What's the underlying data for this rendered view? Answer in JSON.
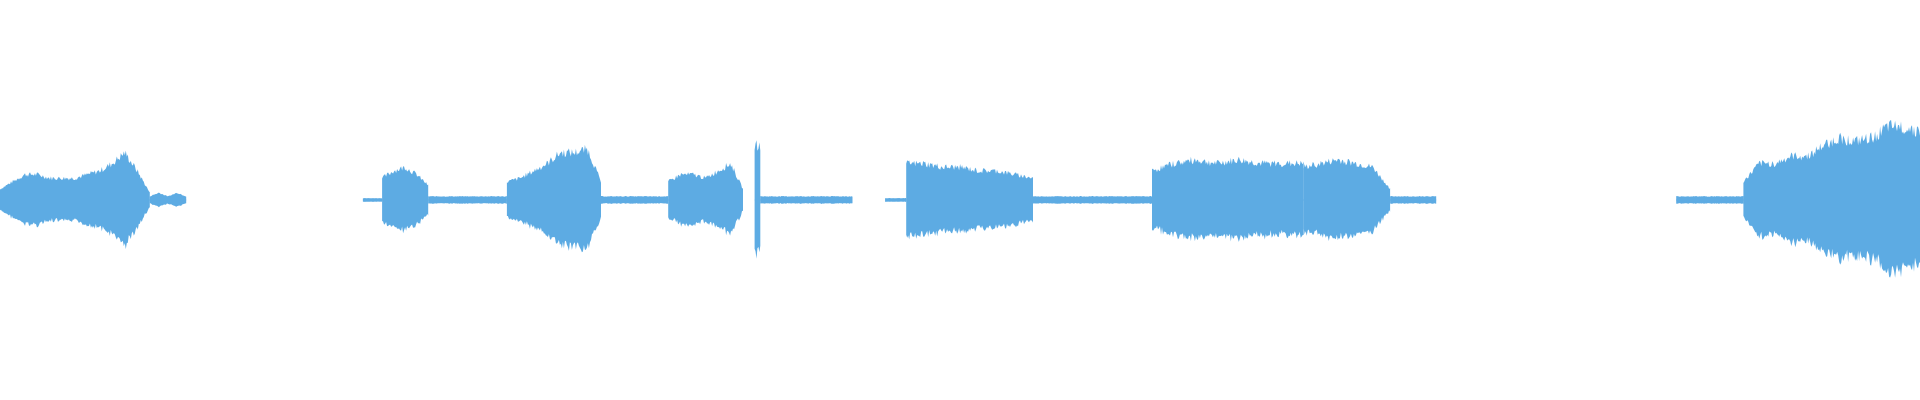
{
  "waveform": {
    "color": "#5dabe3",
    "background": "#ffffff",
    "duration_fraction_total": 1.0,
    "center_level": 0.5,
    "segments": [
      {
        "start": 0.0,
        "end": 0.078,
        "amplitude_envelope": [
          0.03,
          0.05,
          0.07,
          0.07,
          0.06,
          0.06,
          0.06,
          0.07,
          0.08,
          0.1,
          0.13,
          0.08,
          0.02
        ]
      },
      {
        "start": 0.078,
        "end": 0.097,
        "amplitude_envelope": [
          0.01,
          0.02,
          0.01,
          0.02,
          0.01
        ]
      },
      {
        "start": 0.189,
        "end": 0.199,
        "amplitude_envelope": [
          0.005,
          0.005
        ]
      },
      {
        "start": 0.199,
        "end": 0.223,
        "amplitude_envelope": [
          0.06,
          0.08,
          0.09,
          0.07,
          0.04
        ]
      },
      {
        "start": 0.223,
        "end": 0.264,
        "amplitude_envelope": [
          0.01,
          0.01,
          0.01,
          0.01
        ]
      },
      {
        "start": 0.264,
        "end": 0.313,
        "amplitude_envelope": [
          0.05,
          0.06,
          0.08,
          0.1,
          0.13,
          0.13,
          0.14,
          0.05
        ]
      },
      {
        "start": 0.313,
        "end": 0.348,
        "amplitude_envelope": [
          0.01,
          0.01,
          0.01,
          0.01
        ]
      },
      {
        "start": 0.348,
        "end": 0.387,
        "amplitude_envelope": [
          0.05,
          0.07,
          0.07,
          0.06,
          0.08,
          0.1,
          0.03
        ]
      },
      {
        "start": 0.393,
        "end": 0.396,
        "amplitude_envelope": [
          0.15
        ]
      },
      {
        "start": 0.396,
        "end": 0.444,
        "amplitude_envelope": [
          0.01,
          0.01,
          0.01,
          0.01
        ]
      },
      {
        "start": 0.461,
        "end": 0.472,
        "amplitude_envelope": [
          0.005,
          0.005
        ]
      },
      {
        "start": 0.472,
        "end": 0.538,
        "amplitude_envelope": [
          0.1,
          0.1,
          0.09,
          0.09,
          0.08,
          0.08,
          0.07,
          0.06
        ]
      },
      {
        "start": 0.538,
        "end": 0.6,
        "amplitude_envelope": [
          0.01,
          0.01,
          0.01,
          0.01
        ]
      },
      {
        "start": 0.6,
        "end": 0.679,
        "amplitude_envelope": [
          0.08,
          0.1,
          0.11,
          0.1,
          0.11,
          0.1,
          0.1,
          0.1
        ]
      },
      {
        "start": 0.679,
        "end": 0.724,
        "amplitude_envelope": [
          0.09,
          0.1,
          0.11,
          0.1,
          0.09,
          0.03
        ]
      },
      {
        "start": 0.724,
        "end": 0.748,
        "amplitude_envelope": [
          0.01,
          0.01,
          0.01
        ]
      },
      {
        "start": 0.873,
        "end": 0.908,
        "amplitude_envelope": [
          0.01,
          0.01,
          0.01,
          0.01
        ]
      },
      {
        "start": 0.908,
        "end": 1.0,
        "amplitude_envelope": [
          0.05,
          0.1,
          0.1,
          0.12,
          0.12,
          0.15,
          0.17,
          0.16,
          0.17,
          0.2,
          0.2,
          0.19
        ]
      }
    ]
  }
}
